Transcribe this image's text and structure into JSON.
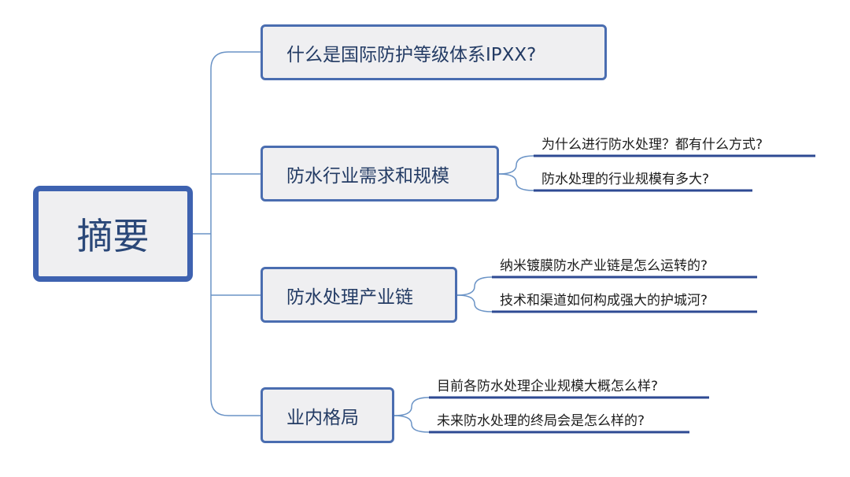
{
  "root": {
    "label": "摘要"
  },
  "branches": [
    {
      "label": "什么是国际防护等级体系IPXX?",
      "children": []
    },
    {
      "label": "防水行业需求和规模",
      "children": [
        "为什么进行防水处理？都有什么方式?",
        "防水处理的行业规模有多大?"
      ]
    },
    {
      "label": "防水处理产业链",
      "children": [
        "纳米镀膜防水产业链是怎么运转的?",
        "技术和渠道如何构成强大的护城河?"
      ]
    },
    {
      "label": "业内格局",
      "children": [
        "目前各防水处理企业规模大概怎么样?",
        "未来防水处理的终局会是怎么样的?"
      ]
    }
  ],
  "colors": {
    "connector": "#6a93c6",
    "underline": "#2e4a93",
    "box_border": "#4a6db0",
    "box_fill": "#efeff1"
  }
}
